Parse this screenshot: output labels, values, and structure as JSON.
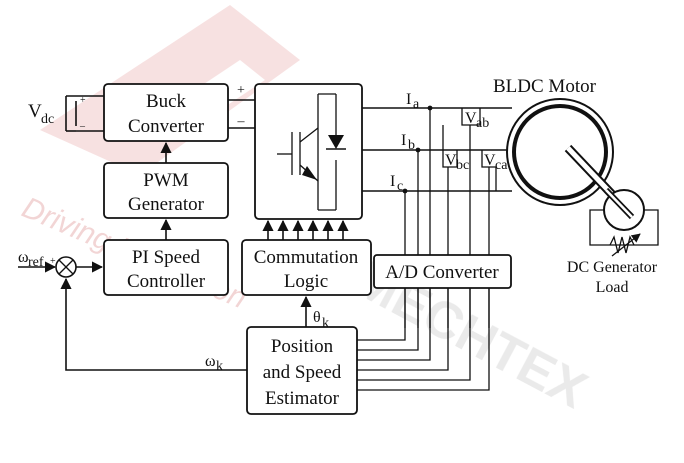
{
  "watermark": {
    "brand": "MECHTEX",
    "tagline": "Driving Innovation",
    "color": "#e8b3b3"
  },
  "blocks": {
    "buck": [
      "Buck",
      "Converter"
    ],
    "pwm": [
      "PWM",
      "Generator"
    ],
    "pi": [
      "PI Speed",
      "Controller"
    ],
    "commutation": [
      "Commutation",
      "Logic"
    ],
    "adc": "A/D Converter",
    "estimator": [
      "Position",
      "and Speed",
      "Estimator"
    ]
  },
  "labels": {
    "vdc": "V",
    "vdc_sub": "dc",
    "plus": "+",
    "minus": "–",
    "ia": "I",
    "ia_sub": "a",
    "ib": "I",
    "ib_sub": "b",
    "ic": "I",
    "ic_sub": "c",
    "vab": "V",
    "vab_sub": "ab",
    "vbc": "V",
    "vbc_sub": "bc",
    "vca": "V",
    "vca_sub": "ca",
    "wref": "ω",
    "wref_sub": "ref",
    "wk": "ω",
    "wk_sub": "k",
    "theta": "θ",
    "theta_sub": "k",
    "motor": "BLDC Motor",
    "generator": [
      "DC Generator",
      "Load"
    ]
  }
}
